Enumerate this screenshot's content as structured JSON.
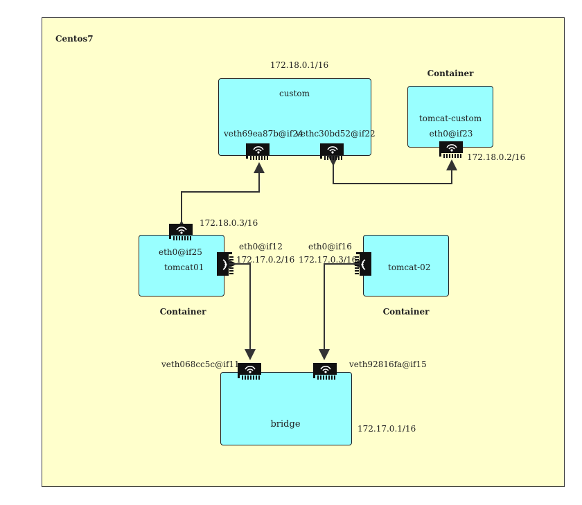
{
  "host": {
    "label": "Centos7"
  },
  "custom_network": {
    "subnet": "172.18.0.1/16",
    "name": "custom",
    "veth_left": "veth69ea87b@if24",
    "veth_right": "vethc30bd52@if22"
  },
  "container_custom": {
    "title": "Container",
    "name": "tomcat-custom",
    "iface": "eth0@if23",
    "ip": "172.18.0.2/16"
  },
  "tomcat01": {
    "name": "tomcat01",
    "iface_custom": "eth0@if25",
    "ip_custom": "172.18.0.3/16",
    "iface_bridge": "eth0@if12",
    "ip_bridge": "172.17.0.2/16",
    "title": "Container"
  },
  "tomcat02": {
    "name": "tomcat-02",
    "iface_bridge": "eth0@if16",
    "ip_bridge": "172.17.0.3/16",
    "title": "Container"
  },
  "bridge_network": {
    "name": "bridge",
    "subnet": "172.17.0.1/16",
    "veth_left": "veth068cc5c@if11",
    "veth_right": "veth92816fa@if15"
  },
  "colors": {
    "background": "#ffffcc",
    "box": "#99ffff",
    "line": "#333333"
  }
}
